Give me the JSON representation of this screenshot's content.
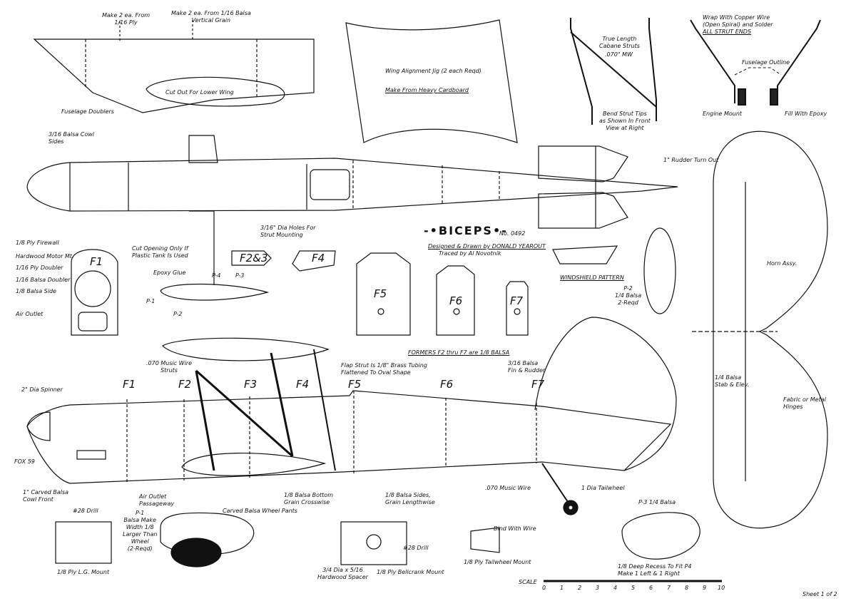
{
  "title": "BICEPS",
  "plan_number": "No. 0492",
  "credits": {
    "designer": "Designed & Drawn by DONALD YEAROUT",
    "tracer": "Traced by Al Novotnik"
  },
  "sheet": "Sheet 1 of 2",
  "scale": {
    "label": "SCALE",
    "ticks": [
      "0",
      "1",
      "2",
      "3",
      "4",
      "5",
      "6",
      "7",
      "8",
      "9",
      "10"
    ]
  },
  "formers": [
    "F1",
    "F2",
    "F3",
    "F4",
    "F5",
    "F6",
    "F7"
  ],
  "former_tags": {
    "f2f3": "F2&3",
    "f4": "F4",
    "f5": "F5",
    "f6": "F6",
    "f7": "F7",
    "f1": "F1"
  },
  "notes": {
    "make2_ply": "Make 2 ea. From\n1/16 Ply",
    "make2_balsa": "Make 2 ea. From 1/16 Balsa\nVertical Grain",
    "cut_out_lower_wing": "Cut Out For Lower Wing",
    "fuselage_doublers": "Fuselage Doublers",
    "cowl_sides": "3/16 Balsa Cowl\nSides",
    "wing_jig": "Wing Alignment Jig (2 each Reqd)",
    "heavy_cardboard": "Make From Heavy Cardboard",
    "cabane": "True Length\nCabane Struts",
    "mw070_top": ".070\" MW",
    "bend_tips": "Bend Strut Tips\nas Shown In Front\nView at Right",
    "copper_wire": "Wrap With Copper Wire\n(Open Spiral) and Solder",
    "all_strut_ends": "ALL STRUT ENDS",
    "fuselage_outline": "Fuselage Outline",
    "engine_mount": "Engine Mount",
    "fill_epoxy": "Fill With Epoxy",
    "rudder_turn": "1\" Rudder Turn Out",
    "strut_holes": "3/16\" Dia Holes For\nStrut Mounting",
    "firewall": "1/8 Ply Firewall",
    "motor_mt": "Hardwood Motor Mt.",
    "ply_doubler": "1/16 Ply Doubler",
    "balsa_doubler": "1/16 Balsa Doubler",
    "balsa_side": "1/8 Balsa Side",
    "air_outlet": "Air Outlet",
    "cut_opening": "Cut Opening Only If\nPlastic Tank Is Used",
    "epoxy_glue": "Epoxy Glue",
    "p1": "P-1",
    "p2": "P-2",
    "p3": "P-3",
    "p4": "P-4",
    "windshield": "WINDSHIELD PATTERN",
    "p2_balsa": "P-2\n1/4 Balsa\n2-Reqd",
    "horn_assy": "Horn Assy.",
    "formers_note": "FORMERS F2 thru F7 are 1/8 BALSA",
    "music_wire_struts": ".070 Music Wire\nStruts",
    "flap_strut": "Flap Strut Is 1/8\" Brass Tubing\nFlattened To Oval Shape",
    "fin_rudder": "3/16 Balsa\nFin & Rudder",
    "stab_elev": "1/4 Balsa\nStab & Elev.",
    "hinges": "Fabric or Metal\nHinges",
    "spinner": "2\" Dia Spinner",
    "fox": "FOX 59",
    "carved_cowl": "1\" Carved Balsa\nCowl Front",
    "air_passage": "Air Outlet\nPassageway",
    "bottom": "1/8 Balsa Bottom\nGrain Crosswise",
    "sides": "1/8 Balsa Sides,\nGrain Lengthwise",
    "mw070": ".070 Music Wire",
    "tailwheel": "1 Dia Tailwheel",
    "drill28": "#28 Drill",
    "lg_mount": "1/8 Ply L.G. Mount",
    "wheel_make": "P-1\nBalsa Make\nWidth 1/8\nLarger Than\nWheel\n(2-Reqd)",
    "wheel_pants": "Carved Balsa Wheel Pants",
    "spacer": "3/4 Dia x 5/16\nHardwood Spacer",
    "drill28b": "#28 Drill",
    "bellcrank": "1/8 Ply Bellcrank Mount",
    "bind_wire": "Bind With Wire",
    "tailwheel_mount": "1/8 Ply Tailwheel Mount",
    "p3_balsa": "P-3   1/4 Balsa",
    "recess": "1/8 Deep Recess To Fit P4\nMake 1 Left & 1 Right"
  }
}
